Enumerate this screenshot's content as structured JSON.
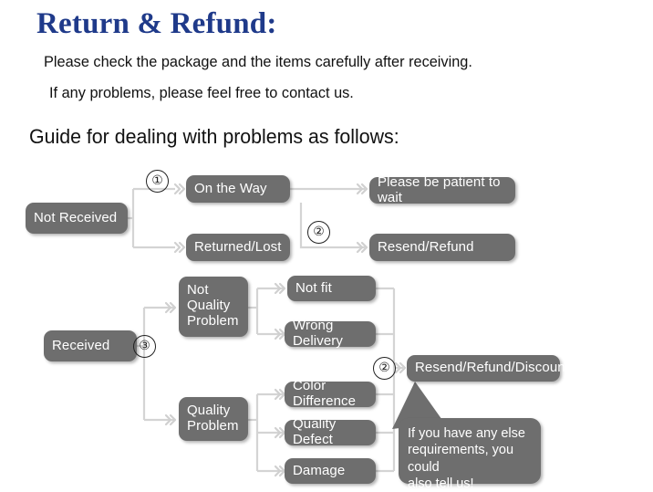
{
  "header": {
    "title": "Return & Refund:",
    "line1": "Please check the package and the items carefully after receiving.",
    "line2": "If any problems, please feel free to contact us.",
    "guide": "Guide for dealing with problems as follows:",
    "title_color": "#1F3A8A"
  },
  "flowchart": {
    "node_color": "#6E6E6E",
    "node_text_color": "#FFFFFF",
    "connector_color": "#D4D4D4",
    "nodes": {
      "not_received": "Not Received",
      "on_the_way": "On the Way",
      "returned_lost": "Returned/Lost",
      "please_wait": "Please be patient to wait",
      "resend_refund": "Resend/Refund",
      "received": "Received",
      "not_quality_problem": "Not\nQuality\nProblem",
      "not_fit": "Not fit",
      "wrong_delivery": "Wrong Delivery",
      "quality_problem": "Quality\nProblem",
      "color_difference": "Color Difference",
      "quality_defect": "Quality Defect",
      "damage": "Damage",
      "resend_refund_discount": "Resend/Refund/Discount"
    },
    "steps": {
      "step1": "①",
      "step2_top": "②",
      "step3": "③",
      "step2_bottom": "②"
    },
    "callout": "If you have any else\nrequirements, you could\nalso tell us!"
  }
}
